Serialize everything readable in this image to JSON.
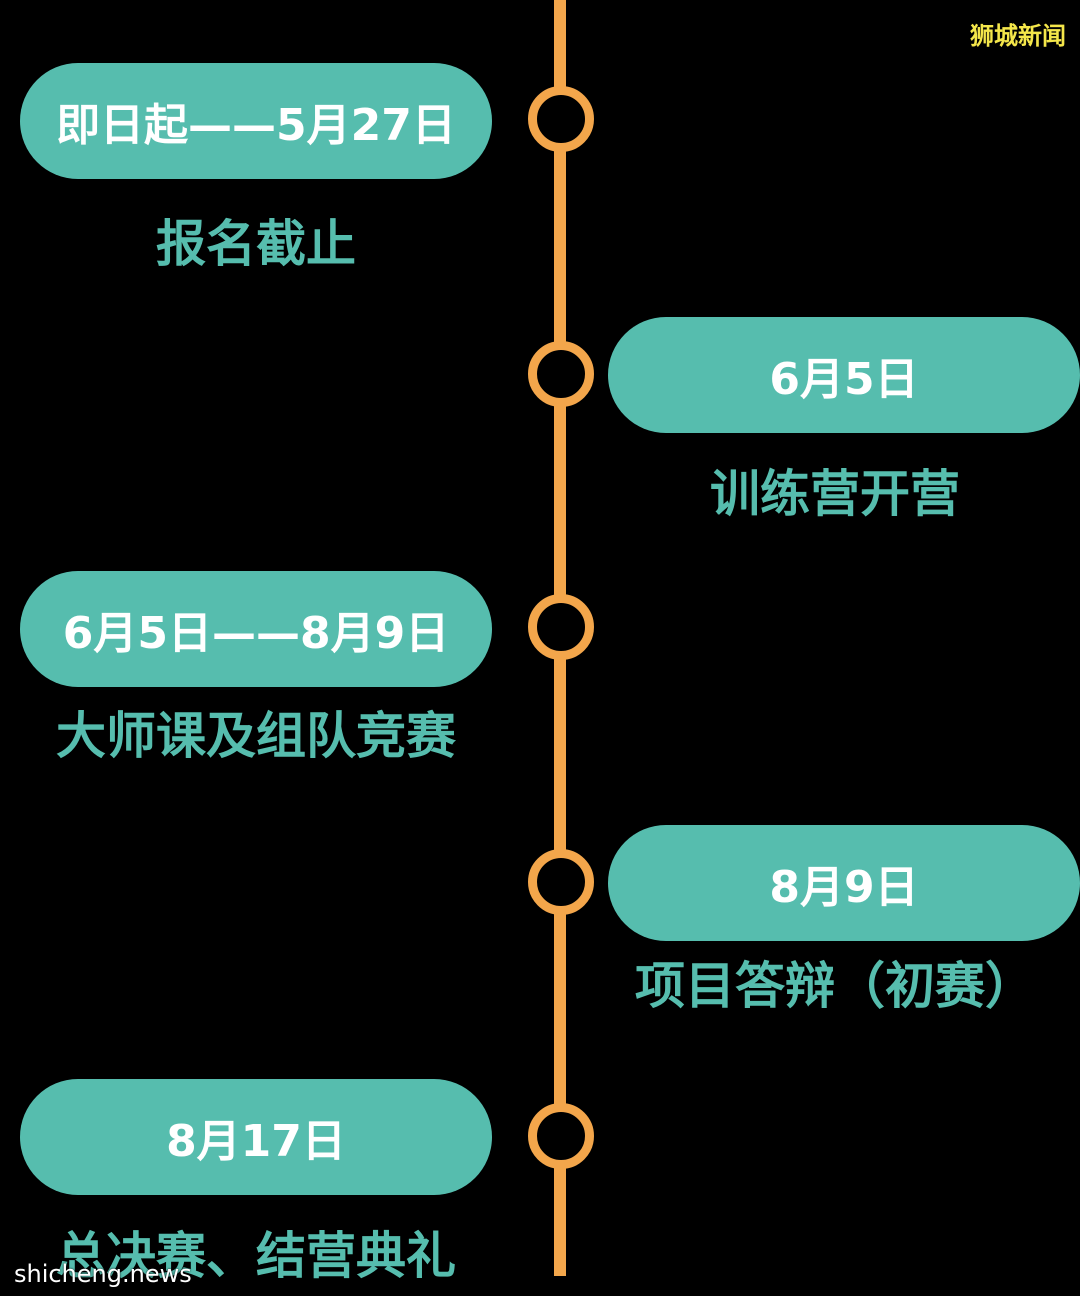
{
  "watermark": {
    "top": "狮城新闻",
    "bottom": "shicheng.news"
  },
  "colors": {
    "accent": "#56BDAE",
    "line": "#F3A64B",
    "background": "#000000",
    "watermark": "#F4E64A"
  },
  "events": [
    {
      "date": "即日起——5月27日",
      "label": "报名截止"
    },
    {
      "date": "6月5日",
      "label": "训练营开营"
    },
    {
      "date": "6月5日——8月9日",
      "label": "大师课及组队竞赛"
    },
    {
      "date": "8月9日",
      "label": "项目答辩（初赛）"
    },
    {
      "date": "8月17日",
      "label": "总决赛、结营典礼"
    }
  ]
}
